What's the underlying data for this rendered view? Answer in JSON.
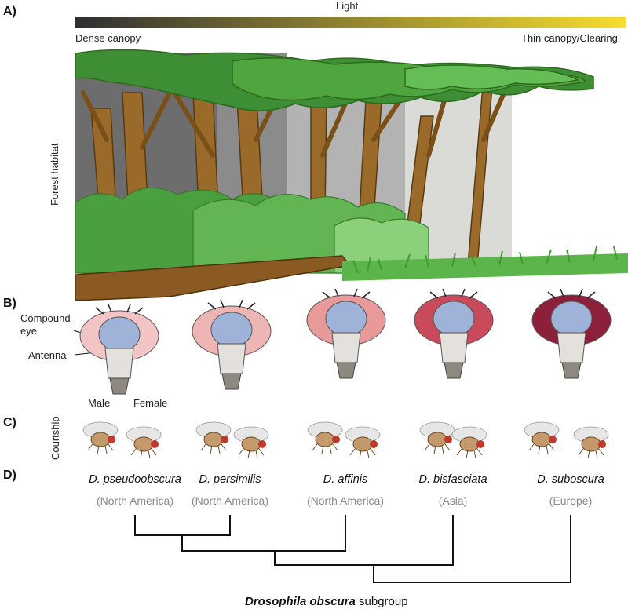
{
  "panels": {
    "a": "A)",
    "b": "B)",
    "c": "C)",
    "d": "D)"
  },
  "habitat": {
    "light_label": "Light",
    "gradient_left_label": "Dense canopy",
    "gradient_right_label": "Thin canopy/Clearing",
    "side_label": "Forest habitat",
    "gradient_colors": [
      "#2e2e33",
      "#f7dd2e"
    ]
  },
  "eyes": {
    "compound_eye_label": "Compound\neye",
    "antenna_label": "Antenna",
    "eye_colors": [
      "#f2c4c4",
      "#eeb5b5",
      "#e8999a",
      "#c94b5b",
      "#8c1f3a"
    ]
  },
  "courtship": {
    "side_label": "Courtship",
    "male_label": "Male",
    "female_label": "Female"
  },
  "species": [
    {
      "name": "D. pseudoobscura",
      "region": "(North America)"
    },
    {
      "name": "D. persimilis",
      "region": "(North America)"
    },
    {
      "name": "D. affinis",
      "region": "(North America)"
    },
    {
      "name": "D. bisfasciata",
      "region": "(Asia)"
    },
    {
      "name": "D. suboscura",
      "region": "(Europe)"
    }
  ],
  "caption": {
    "genus": "Drosophila obscura",
    "rest": " subgroup"
  }
}
